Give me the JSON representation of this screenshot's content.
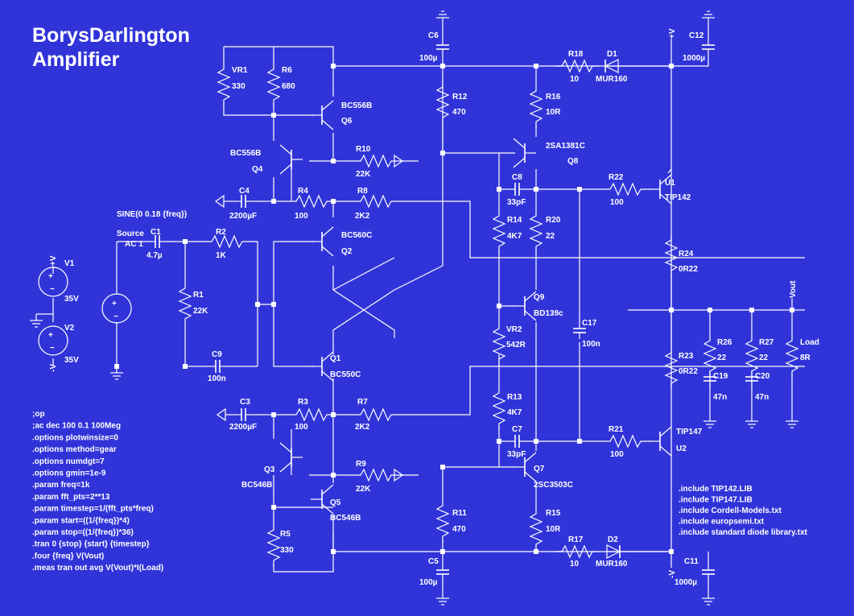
{
  "title_line1": "BorysDarlington",
  "title_line2": "Amplifier",
  "colors": {
    "background": "#3034d8",
    "wire": "#ffffff"
  },
  "rails": {
    "pos": "+V",
    "neg": "-V",
    "out": "Vout"
  },
  "labels": {
    "VR1": "VR1",
    "VR1_val": "330",
    "R6": "R6",
    "R6_val": "680",
    "Q6": "Q6",
    "Q6_type": "BC556B",
    "Q4": "Q4",
    "Q4_type": "BC556B",
    "R10": "R10",
    "R10_val": "22K",
    "C4": "C4",
    "C4_val": "2200µF",
    "R4": "R4",
    "R4_val": "100",
    "R8": "R8",
    "R8_val": "2K2",
    "Q2": "Q2",
    "Q2_type": "BC560C",
    "src_sine": "SINE(0 0.18 {freq})",
    "src_name": "Source",
    "src_ac": "AC 1",
    "C1": "C1",
    "C1_val": "4.7µ",
    "R2": "R2",
    "R2_val": "1K",
    "R1": "R1",
    "R1_val": "22K",
    "C9": "C9",
    "C9_val": "100n",
    "V1": "V1",
    "V1_val": "35V",
    "V2": "V2",
    "V2_val": "35V",
    "Q1": "Q1",
    "Q1_type": "BC550C",
    "C3": "C3",
    "C3_val": "2200µF",
    "R3": "R3",
    "R3_val": "100",
    "R7": "R7",
    "R7_val": "2K2",
    "Q3": "Q3",
    "Q3_type": "BC546B",
    "R9": "R9",
    "R9_val": "22K",
    "Q5": "Q5",
    "Q5_type": "BC546B",
    "R5": "R5",
    "R5_val": "330",
    "C6": "C6",
    "C6_val": "100µ",
    "R12": "R12",
    "R12_val": "470",
    "R18": "R18",
    "R18_val": "10",
    "D1": "D1",
    "D1_val": "MUR160",
    "R16": "R16",
    "R16_val": "10R",
    "Q8": "Q8",
    "Q8_type": "2SA1381C",
    "C8": "C8",
    "C8_val": "33pF",
    "R22": "R22",
    "R22_val": "100",
    "U1": "U1",
    "U1_type": "TIP142",
    "C12": "C12",
    "C12_val": "1000µ",
    "R14": "R14",
    "R14_val": "4K7",
    "R20": "R20",
    "R20_val": "22",
    "R24": "R24",
    "R24_val": "0R22",
    "Q9": "Q9",
    "Q9_type": "BD139c",
    "C17": "C17",
    "C17_val": "100n",
    "VR2": "VR2",
    "VR2_val": "542R",
    "R26": "R26",
    "R26_val": "22",
    "R27": "R27",
    "R27_val": "22",
    "Load": "Load",
    "Load_val": "8R",
    "R23": "R23",
    "R23_val": "0R22",
    "C19": "C19",
    "C19_val": "47n",
    "C20": "C20",
    "C20_val": "47n",
    "R13": "R13",
    "R13_val": "4K7",
    "C7": "C7",
    "C7_val": "33pF",
    "Q7": "Q7",
    "Q7_type": "2SC3503C",
    "R21": "R21",
    "R21_val": "100",
    "U2": "U2",
    "U2_type": "TIP147",
    "R11": "R11",
    "R11_val": "470",
    "R15": "R15",
    "R15_val": "10R",
    "R17": "R17",
    "R17_val": "10",
    "D2": "D2",
    "D2_val": "MUR160",
    "C5": "C5",
    "C5_val": "100µ",
    "C11": "C11",
    "C11_val": "1000µ"
  },
  "spice_directives": [
    ";op",
    ";ac dec 100 0.1 100Meg",
    ".options plotwinsize=0",
    ".options method=gear",
    ".options numdgt=7",
    ".options gmin=1e-9",
    ".param freq=1k",
    ".param fft_pts=2**13",
    ".param timestep=1/(fft_pts*freq)",
    ".param start=((1/{freq})*4)",
    ".param stop=((1/{freq})*36)",
    ".tran 0 {stop} {start} {timestep}",
    ".four {freq} V(Vout)",
    ".meas tran out avg V(Vout)*I(Load)"
  ],
  "includes": [
    ".include TIP142.LIB",
    ".include TIP147.LIB",
    ".include Cordell-Models.txt",
    ".include europsemi.txt",
    ".include standard diode library.txt"
  ]
}
